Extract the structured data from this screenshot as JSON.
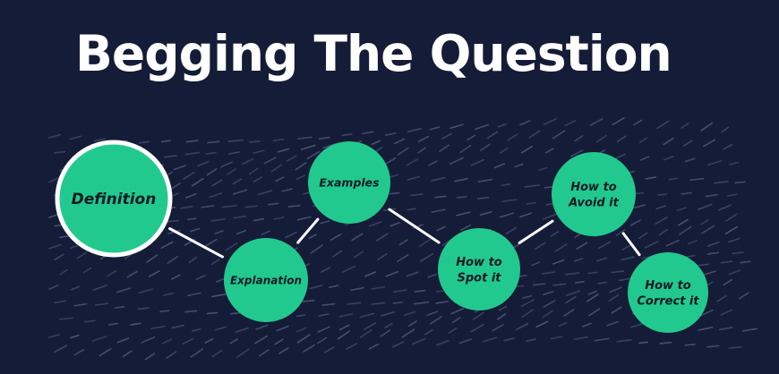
{
  "title": "Begging The Question",
  "colors": {
    "background": "#151c38",
    "node_fill": "#22c98e",
    "node_ring": "#ffffff",
    "connector": "#ffffff",
    "hatch": "#4e5878"
  },
  "nodes": [
    {
      "id": "definition",
      "lines": [
        "Definition"
      ],
      "highlighted": true
    },
    {
      "id": "explanation",
      "lines": [
        "Explanation"
      ]
    },
    {
      "id": "examples",
      "lines": [
        "Examples"
      ]
    },
    {
      "id": "how-to-spot-it",
      "lines": [
        "How to",
        "Spot it"
      ]
    },
    {
      "id": "how-to-avoid-it",
      "lines": [
        "How to",
        "Avoid it"
      ]
    },
    {
      "id": "how-to-correct-it",
      "lines": [
        "How to",
        "Correct it"
      ]
    }
  ],
  "connections": [
    [
      "definition",
      "explanation"
    ],
    [
      "explanation",
      "examples"
    ],
    [
      "examples",
      "how-to-spot-it"
    ],
    [
      "how-to-spot-it",
      "how-to-avoid-it"
    ],
    [
      "how-to-avoid-it",
      "how-to-correct-it"
    ]
  ]
}
